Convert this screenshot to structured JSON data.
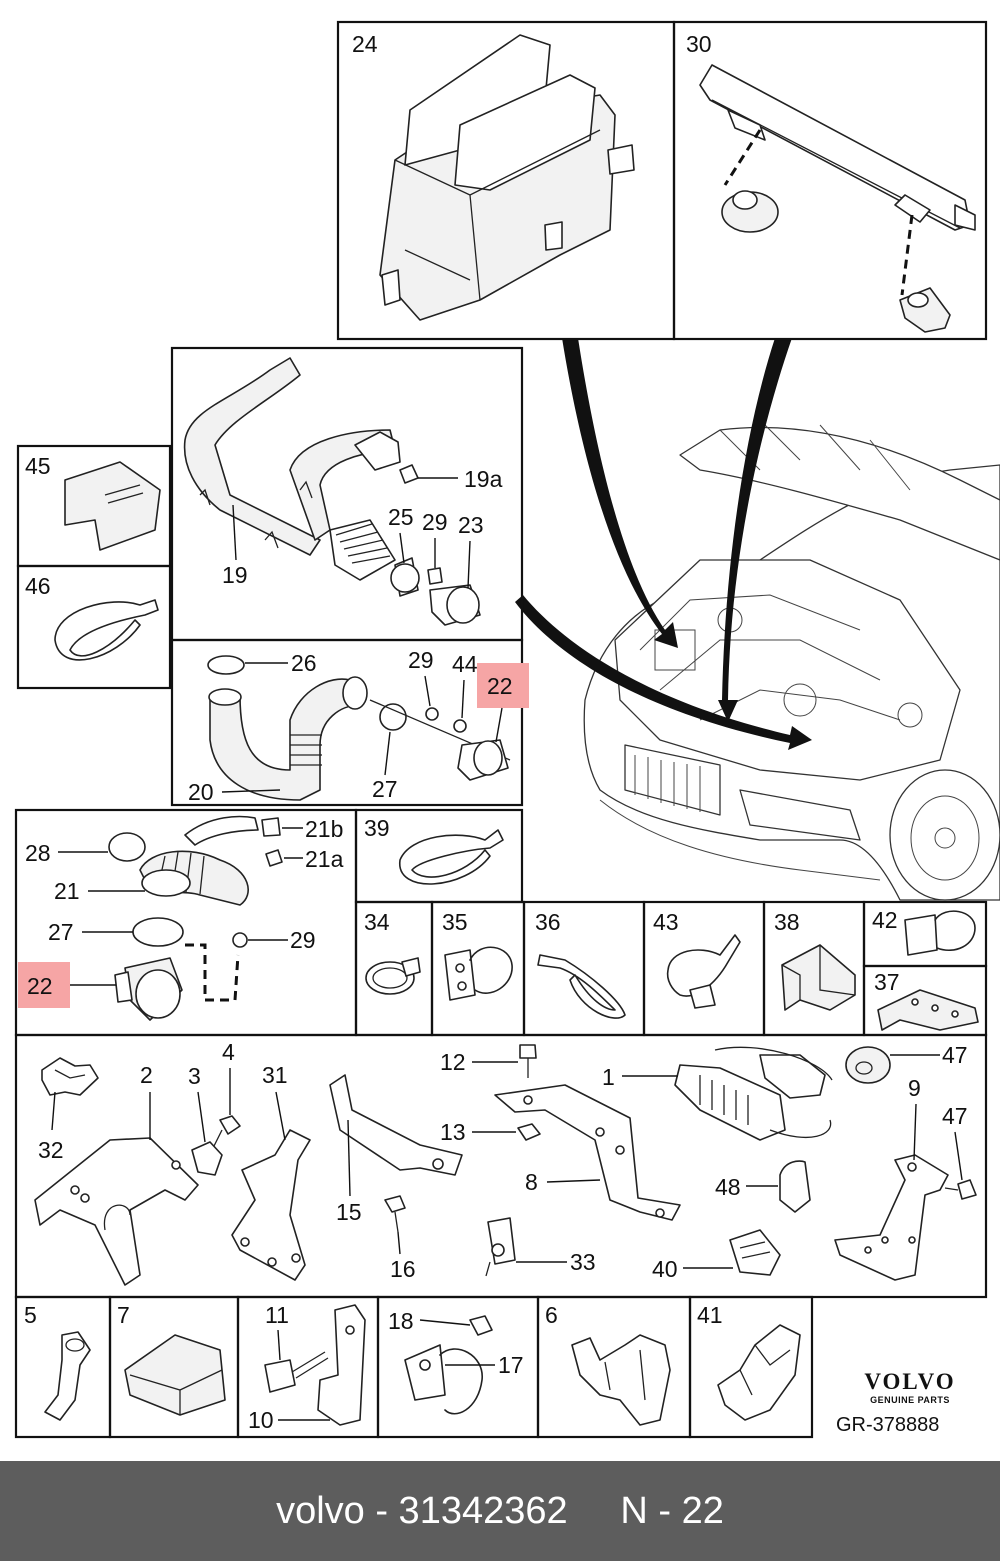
{
  "diagram": {
    "labels": {
      "l24": "24",
      "l30": "30",
      "l45": "45",
      "l46": "46",
      "l19": "19",
      "l19a": "19a",
      "l25": "25",
      "l29a": "29",
      "l23": "23",
      "l26": "26",
      "l29b": "29",
      "l44": "44",
      "l22a": "22",
      "l20": "20",
      "l27a": "27",
      "l28": "28",
      "l21b": "21b",
      "l21a": "21a",
      "l21": "21",
      "l27b": "27",
      "l29c": "29",
      "l22b": "22",
      "l39": "39",
      "l34": "34",
      "l35": "35",
      "l36": "36",
      "l43": "43",
      "l38": "38",
      "l42": "42",
      "l37": "37",
      "l12": "12",
      "l1": "1",
      "l47a": "47",
      "l2": "2",
      "l3": "3",
      "l4": "4",
      "l31": "31",
      "l32": "32",
      "l13": "13",
      "l9": "9",
      "l47b": "47",
      "l8": "8",
      "l48": "48",
      "l15": "15",
      "l16": "16",
      "l33": "33",
      "l40": "40",
      "l5": "5",
      "l7": "7",
      "l11": "11",
      "l10": "10",
      "l18": "18",
      "l17": "17",
      "l6": "6",
      "l41": "41"
    },
    "highlight_color": "#f6a5a5",
    "brand": "VOLVO",
    "brand_sub": "GENUINE PARTS",
    "drawing_code": "GR-378888"
  },
  "footer": {
    "text": "volvo - 31342362     N - 22",
    "background": "#5d5d5d"
  }
}
